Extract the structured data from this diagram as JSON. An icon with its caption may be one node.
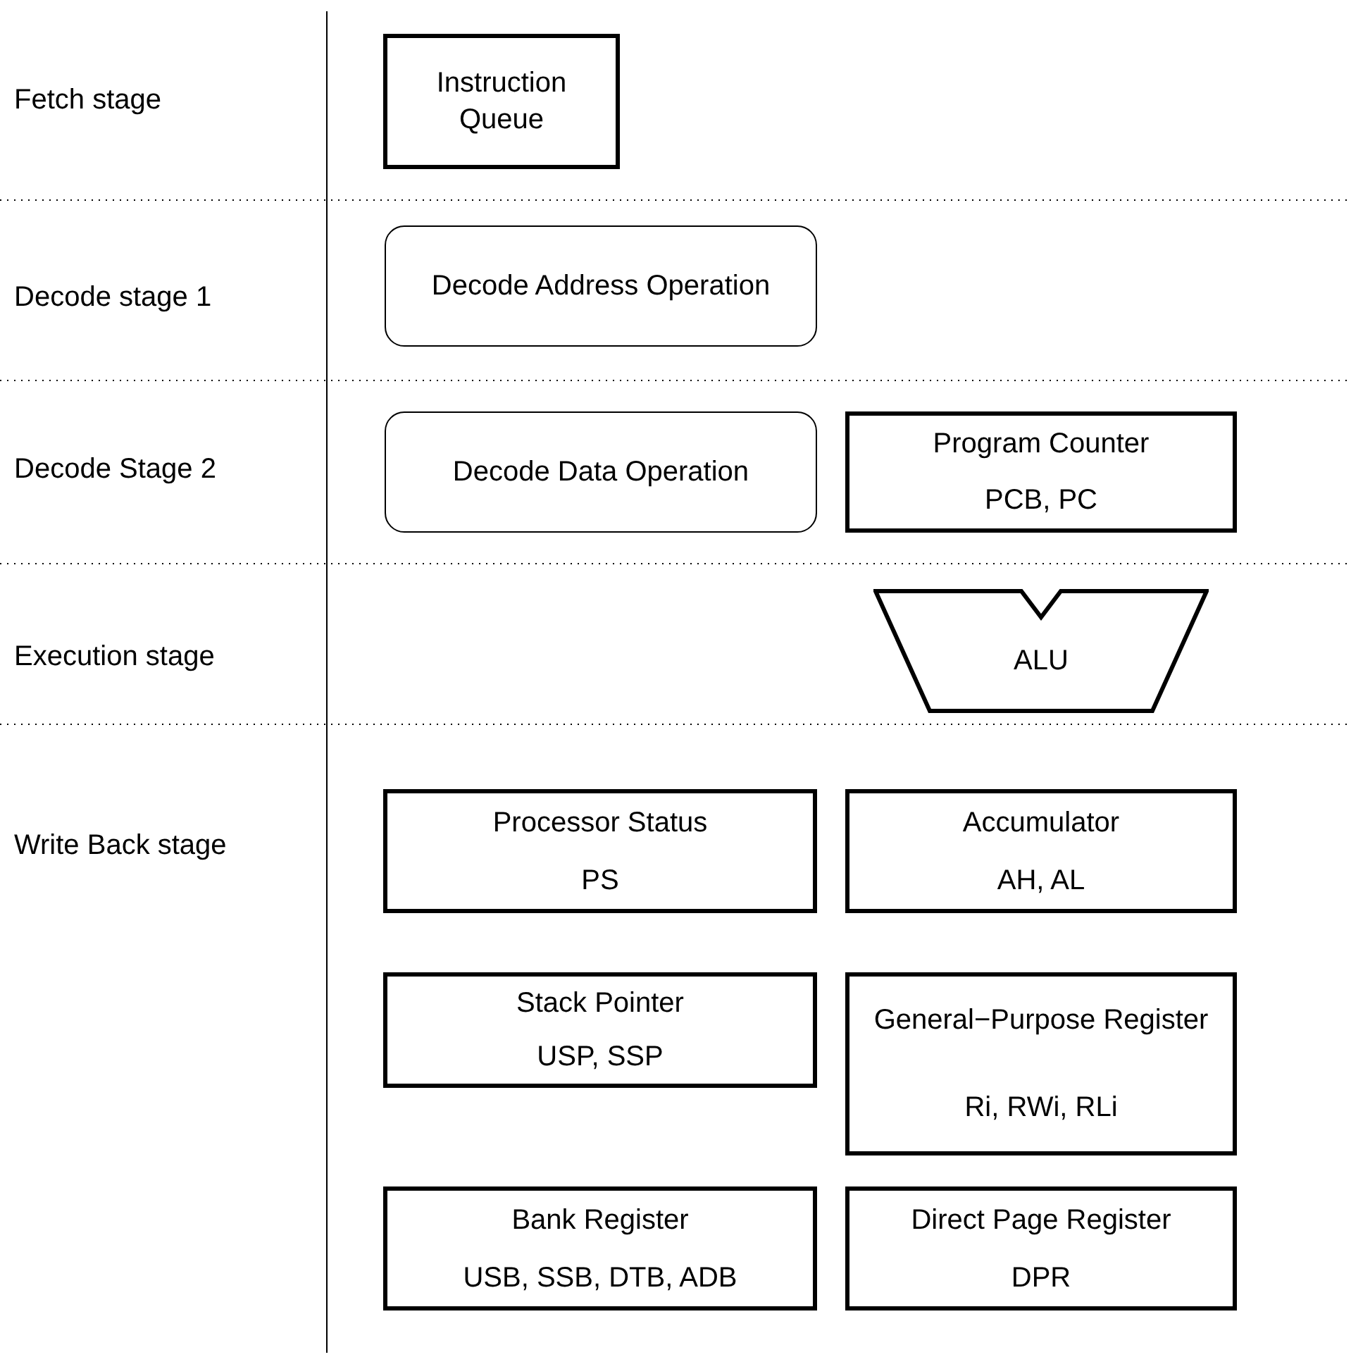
{
  "diagram": {
    "nodes": [
      {
        "text": [
          "Instruction Queue"
        ]
      },
      {
        "text": [
          "Decode Address Operation"
        ]
      },
      {
        "text": [
          "Decode Data Operation"
        ]
      },
      {
        "text": [
          "Program Counter",
          "PCB, PC"
        ]
      },
      {
        "text": [
          "ALU"
        ]
      },
      {
        "text": [
          "Processor Status",
          "PS"
        ]
      },
      {
        "text": [
          "Accumulator",
          "AH, AL"
        ]
      },
      {
        "text": [
          "Stack Pointer",
          "USP, SSP"
        ]
      },
      {
        "text": [
          "General−Purpose Register",
          "Ri, RWi, RLi"
        ]
      },
      {
        "text": [
          "Bank Register",
          "USB, SSB, DTB, ADB"
        ]
      },
      {
        "text": [
          "Direct Page Register",
          "DPR"
        ]
      }
    ],
    "labels": [
      "Fetch stage",
      "Decode stage 1",
      "Decode Stage 2",
      "Execution stage",
      "Write Back stage"
    ]
  }
}
